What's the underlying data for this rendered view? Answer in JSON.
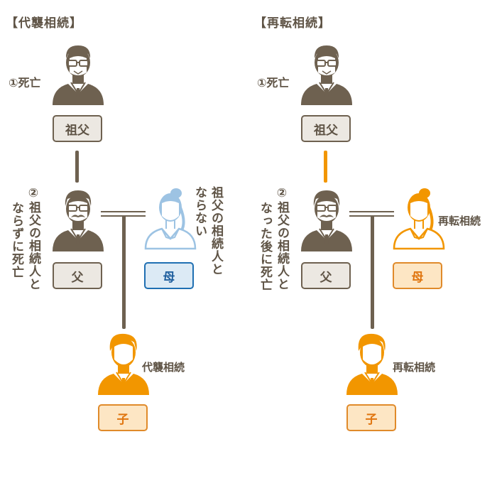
{
  "left": {
    "title": "【代襲相続】",
    "grandfather": {
      "label": "祖父",
      "note": "①死亡"
    },
    "father": {
      "label": "父",
      "note_line1": "②祖父の相続人と",
      "note_line2": "ならずに死亡"
    },
    "mother": {
      "label": "母",
      "note_line1": "祖父の相続人と",
      "note_line2": "ならない"
    },
    "child": {
      "label": "子",
      "note": "代襲相続"
    }
  },
  "right": {
    "title": "【再転相続】",
    "grandfather": {
      "label": "祖父",
      "note": "①死亡"
    },
    "father": {
      "label": "父",
      "note_line1": "②祖父の相続人と",
      "note_line2": "なった後に死亡"
    },
    "mother": {
      "label": "母",
      "note": "再転相続"
    },
    "child": {
      "label": "子",
      "note": "再転相続"
    }
  },
  "colors": {
    "brown": "#6e6150",
    "orange": "#f29600",
    "light_blue": "#9dc3e3",
    "blue": "#1f6fb2"
  }
}
